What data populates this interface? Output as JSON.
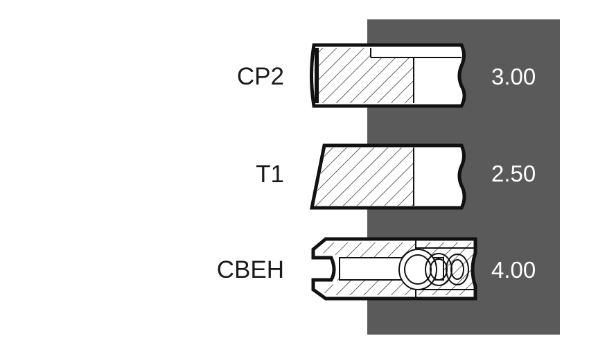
{
  "rings": [
    {
      "label": "CP2",
      "value": "3.00"
    },
    {
      "label": "T1",
      "value": "2.50"
    },
    {
      "label": "CBEH",
      "value": "4.00"
    }
  ],
  "colors": {
    "panel": "#5a5a5a",
    "stroke": "#111111",
    "fill": "#ffffff",
    "label_text": "#1a1a1a",
    "value_text": "#ffffff"
  }
}
